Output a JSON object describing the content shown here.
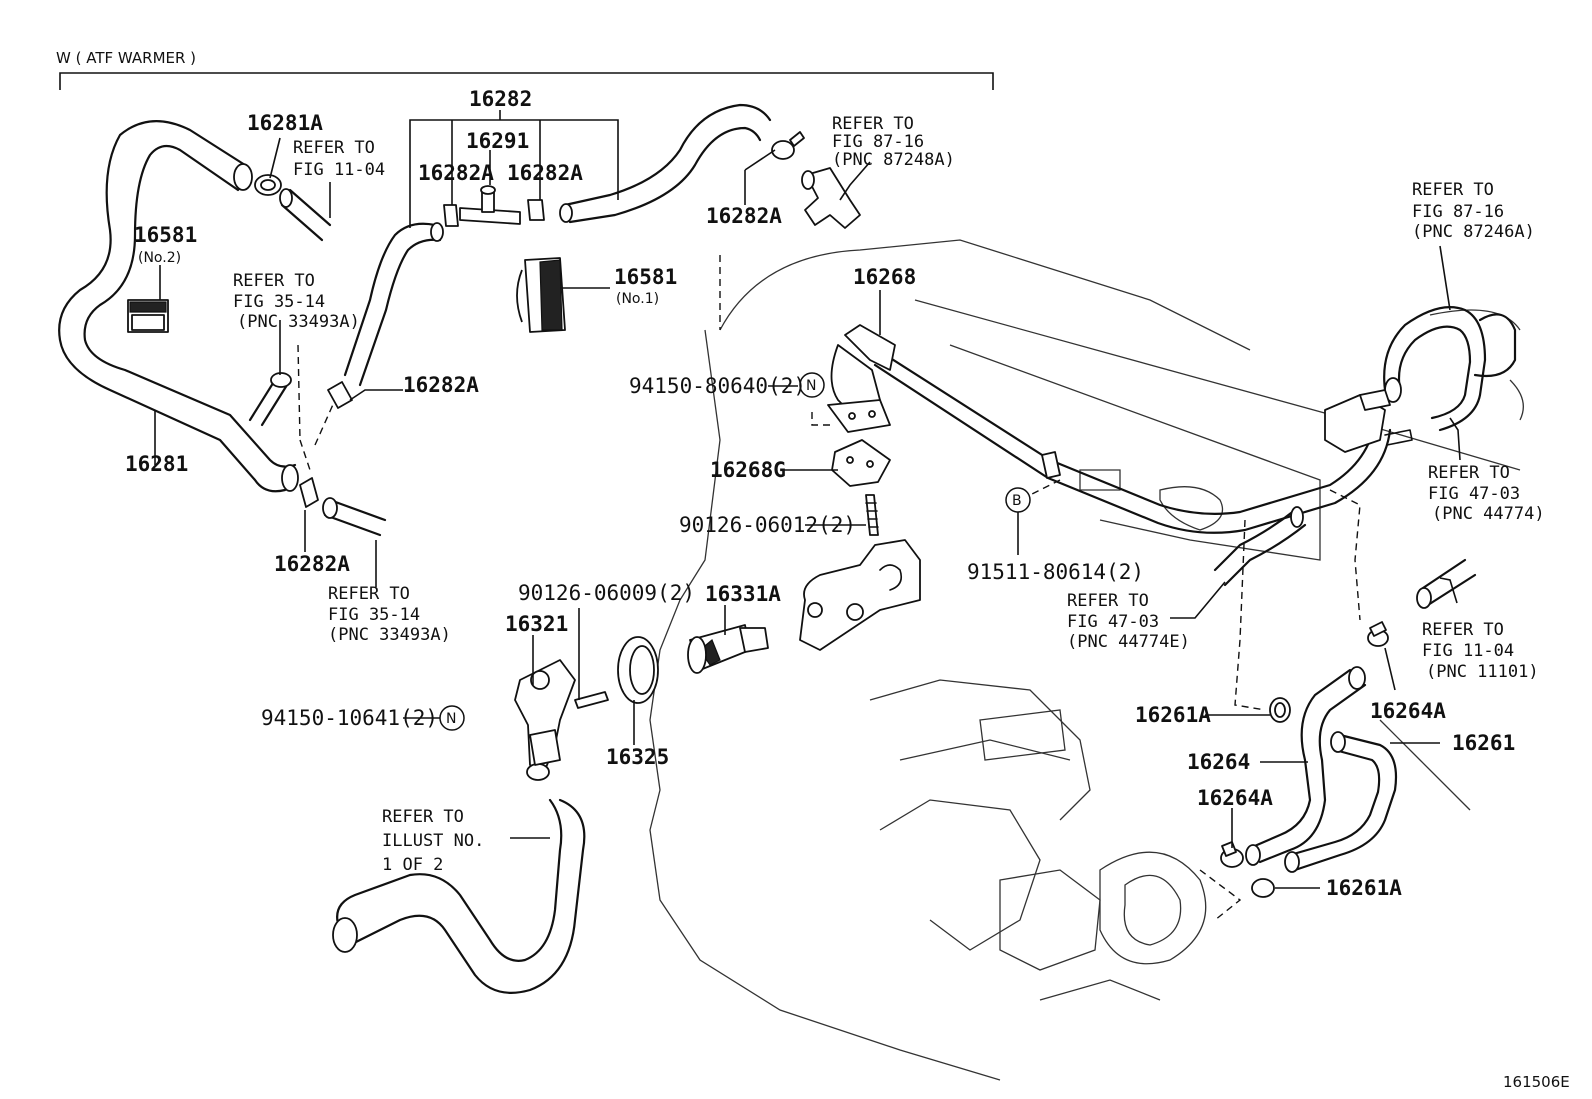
{
  "header": {
    "variant": "W ( ATF WARMER )"
  },
  "illustration_id": "161506E",
  "parts": {
    "p16282": "16282",
    "p16281A": "16281A",
    "p16291": "16291",
    "p16282A_1": "16282A",
    "p16282A_2": "16282A",
    "p16282A_3": "16282A",
    "p16282A_4": "16282A",
    "p16282A_5": "16282A",
    "p16581_no2": "16581",
    "p16581_no2_sub": "(No.2)",
    "p16581_no1": "16581",
    "p16581_no1_sub": "(No.1)",
    "p16281": "16281",
    "p16268": "16268",
    "p16268G": "16268G",
    "p94150_80640": "94150-80640(2)",
    "p90126_06012": "90126-06012(2)",
    "p90126_06009": "90126-06009(2)",
    "p16331A": "16331A",
    "p16321": "16321",
    "p94150_10641": "94150-10641(2)",
    "p16325": "16325",
    "p91511_80614": "91511-80614(2)",
    "p16261A_1": "16261A",
    "p16261A_2": "16261A",
    "p16264": "16264",
    "p16264A_1": "16264A",
    "p16264A_2": "16264A",
    "p16261": "16261",
    "circle_n": "N",
    "circle_b": "B"
  },
  "refs": {
    "r1": [
      "REFER TO",
      "FIG 11-04"
    ],
    "r2": [
      "REFER TO",
      "FIG 87-16",
      "(PNC 87248A)"
    ],
    "r3": [
      "REFER TO",
      "FIG 35-14",
      "(PNC 33493A)"
    ],
    "r4": [
      "REFER TO",
      "FIG 35-14",
      "(PNC 33493A)"
    ],
    "r5": [
      "REFER TO",
      "FIG 87-16",
      "(PNC 87246A)"
    ],
    "r6": [
      "REFER TO",
      "FIG 47-03",
      "(PNC 44774)"
    ],
    "r7": [
      "REFER TO",
      "FIG 47-03",
      "(PNC 44774E)"
    ],
    "r8": [
      "REFER TO",
      "FIG 11-04",
      "(PNC 11101)"
    ],
    "r9": [
      "REFER TO",
      "ILLUST NO.",
      "1 OF 2"
    ]
  }
}
